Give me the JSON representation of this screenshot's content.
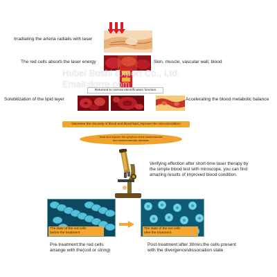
{
  "steps": {
    "step1": "Irradiating the arteria radialis with laser",
    "step2_left": "The red cells absorb the laser energy",
    "step2_right": "Skin, muscle, vascular wall, blood",
    "returned": "Returned to normal electrification function",
    "step3_left": "Solubilization of the lipid layer",
    "step3_right": "Accelerating the blood metabolic balance",
    "bar": "Decrease the viscosity of blood and blood lipid, improve the microcirculation",
    "ellipse_line1": "Treat and improve the symptom of the cardiovascular",
    "ellipse_line2": "and cerebrovascular diseases"
  },
  "microscope_text": "Verifying effection after short-time laser therapy by the simple blood test with miroscope, you can find amazing results of improved blood condition.",
  "before": {
    "tag_line1": "The state of the red cells",
    "tag_line2": "before the treatment",
    "caption_line1": "Pre-treatment:the red cells",
    "caption_line2": "arrange with the(coil or string)"
  },
  "after": {
    "tag_line1": "The state of the red cells",
    "tag_line2": "after the treatment",
    "caption_line1": "Post-treatment:after 30min,the cells present",
    "caption_line2": "with the divergence\\dissociation state"
  },
  "watermark": {
    "line1": "Hubei Boshi      Export Co., Ltd.",
    "line2": "Email:dorre      com"
  },
  "colors": {
    "orange": "#f3a531",
    "laser_red": "#d81f2a",
    "cell_cyan": "#4fb8d8"
  }
}
